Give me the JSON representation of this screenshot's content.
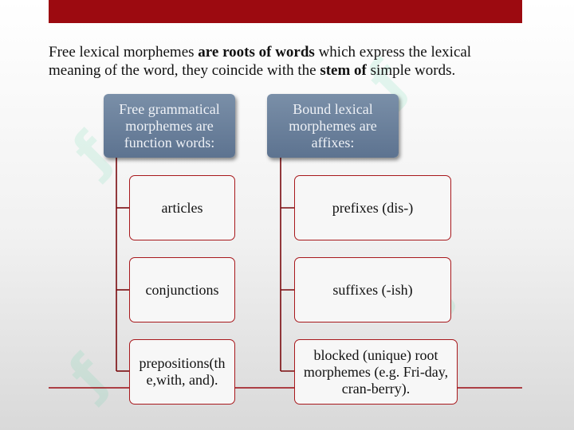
{
  "intro": {
    "part1": "Free lexical morphemes ",
    "bold1": "are roots of words",
    "part2": " which express the lexical meaning of the word, they coincide with the ",
    "bold2": "stem of",
    "part3": " simple words."
  },
  "left": {
    "header": "Free grammatical morphemes are function words:",
    "items": [
      "articles",
      "conjunctions",
      "prepositions(the,with, and)."
    ]
  },
  "right": {
    "header": "Bound lexical morphemes are affixes:",
    "items": [
      "prefixes (dis-)",
      "suffixes (-ish)",
      "blocked (unique) root morphemes (e.g. Fri-day, cran-berry)."
    ]
  },
  "colors": {
    "accent": "#9c0a10",
    "header_fill": "#6a809b",
    "node_border": "#a8181c"
  }
}
